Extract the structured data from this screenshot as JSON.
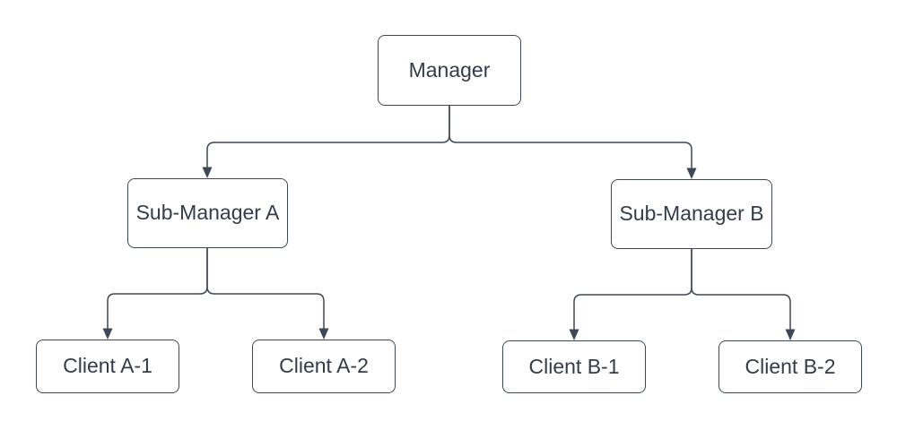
{
  "colors": {
    "stroke": "#3E4756",
    "text": "#333C4A",
    "node_fill": "#ffffff",
    "background": "#ffffff"
  },
  "nodes": {
    "manager": {
      "label": "Manager"
    },
    "sub_manager_a": {
      "label": "Sub-Manager A"
    },
    "sub_manager_b": {
      "label": "Sub-Manager B"
    },
    "client_a1": {
      "label": "Client A-1"
    },
    "client_a2": {
      "label": "Client A-2"
    },
    "client_b1": {
      "label": "Client B-1"
    },
    "client_b2": {
      "label": "Client B-2"
    }
  },
  "edges": [
    {
      "from": "Manager",
      "to": "Sub-Manager A",
      "arrow": "target",
      "style": "elbow"
    },
    {
      "from": "Manager",
      "to": "Sub-Manager B",
      "arrow": "target",
      "style": "elbow"
    },
    {
      "from": "Sub-Manager A",
      "to": "Client A-1",
      "arrow": "target",
      "style": "elbow"
    },
    {
      "from": "Sub-Manager A",
      "to": "Client A-2",
      "arrow": "target",
      "style": "elbow"
    },
    {
      "from": "Sub-Manager B",
      "to": "Client B-1",
      "arrow": "target",
      "style": "elbow"
    },
    {
      "from": "Sub-Manager B",
      "to": "Client B-2",
      "arrow": "target",
      "style": "elbow"
    }
  ]
}
